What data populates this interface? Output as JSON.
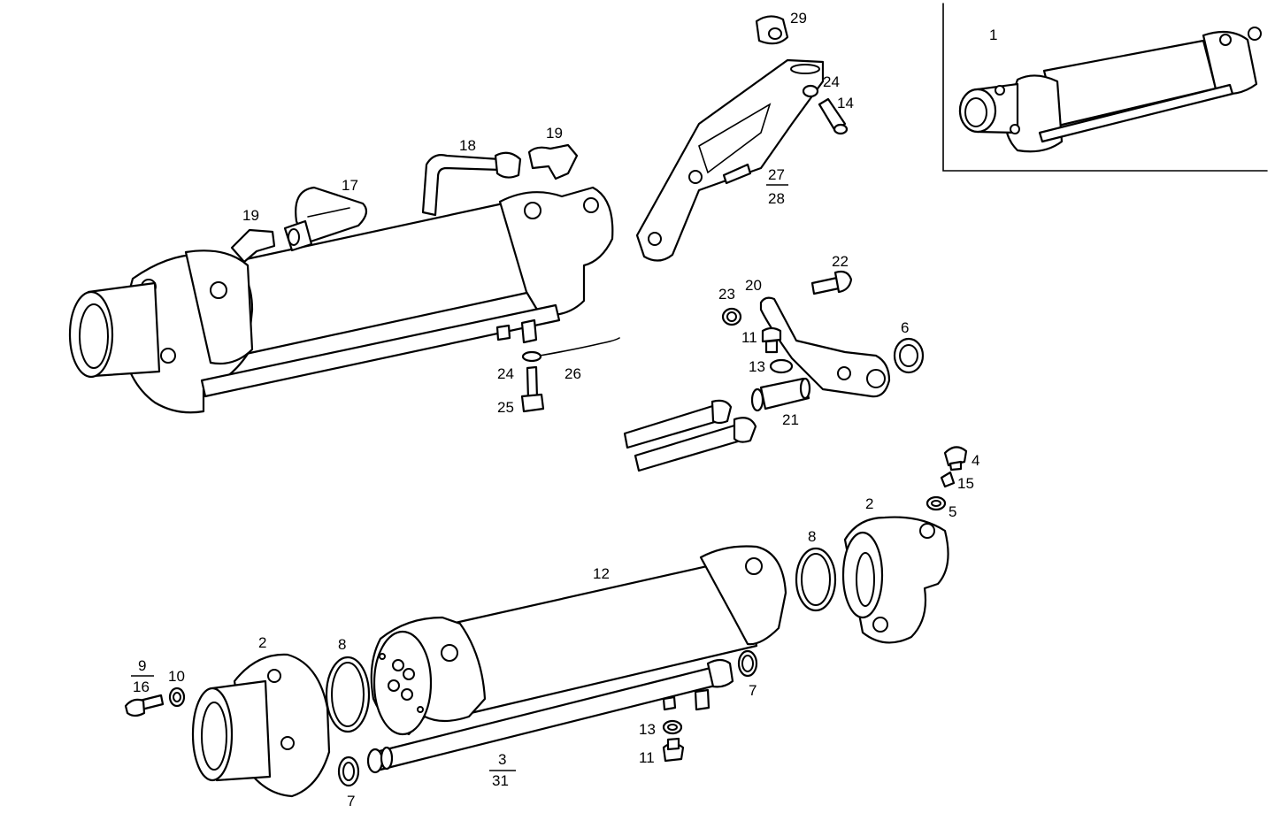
{
  "labels": {
    "l1": "1",
    "l2a": "2",
    "l2b": "2",
    "l3": "3",
    "l31": "31",
    "l4": "4",
    "l5": "5",
    "l6": "6",
    "l7a": "7",
    "l7b": "7",
    "l8a": "8",
    "l8b": "8",
    "l9": "9",
    "l16": "16",
    "l10": "10",
    "l11a": "11",
    "l11b": "11",
    "l12": "12",
    "l13a": "13",
    "l13b": "13",
    "l14": "14",
    "l15": "15",
    "l17": "17",
    "l18": "18",
    "l19a": "19",
    "l19b": "19",
    "l20": "20",
    "l21": "21",
    "l22": "22",
    "l23": "23",
    "l24a": "24",
    "l24b": "24",
    "l25": "25",
    "l26": "26",
    "l27": "27",
    "l28": "28",
    "l29": "29"
  }
}
